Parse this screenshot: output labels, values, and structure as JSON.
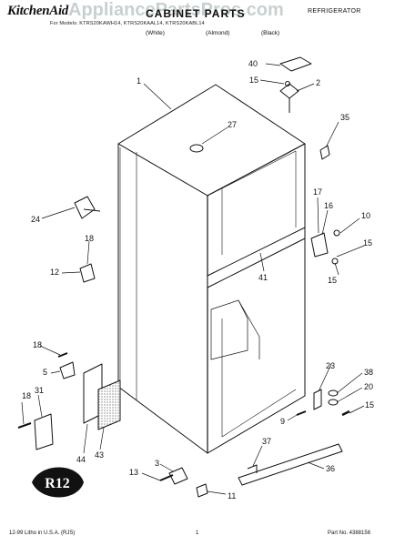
{
  "header": {
    "brand": "KitchenAid",
    "title": "CABINET PARTS",
    "category": "REFRIGERATOR",
    "models": "For Models: KTRS20KAWH14, KTRS20KAAL14, KTRS20KABL14",
    "colors": [
      "(White)",
      "(Almond)",
      "(Black)"
    ],
    "watermark": "AppliancePartsPros.com"
  },
  "footer": {
    "left": "12-99 Litho in U.S.A. (RJS)",
    "page": "1",
    "right": "Part No. 4388156"
  },
  "logo": {
    "text": "R12"
  },
  "callouts": [
    "40",
    "15",
    "2",
    "1",
    "27",
    "35",
    "24",
    "17",
    "16",
    "10",
    "18",
    "15",
    "12",
    "41",
    "15",
    "18",
    "5",
    "23",
    "38",
    "20",
    "31",
    "18",
    "15",
    "9",
    "37",
    "36",
    "44",
    "43",
    "3",
    "13",
    "11"
  ]
}
